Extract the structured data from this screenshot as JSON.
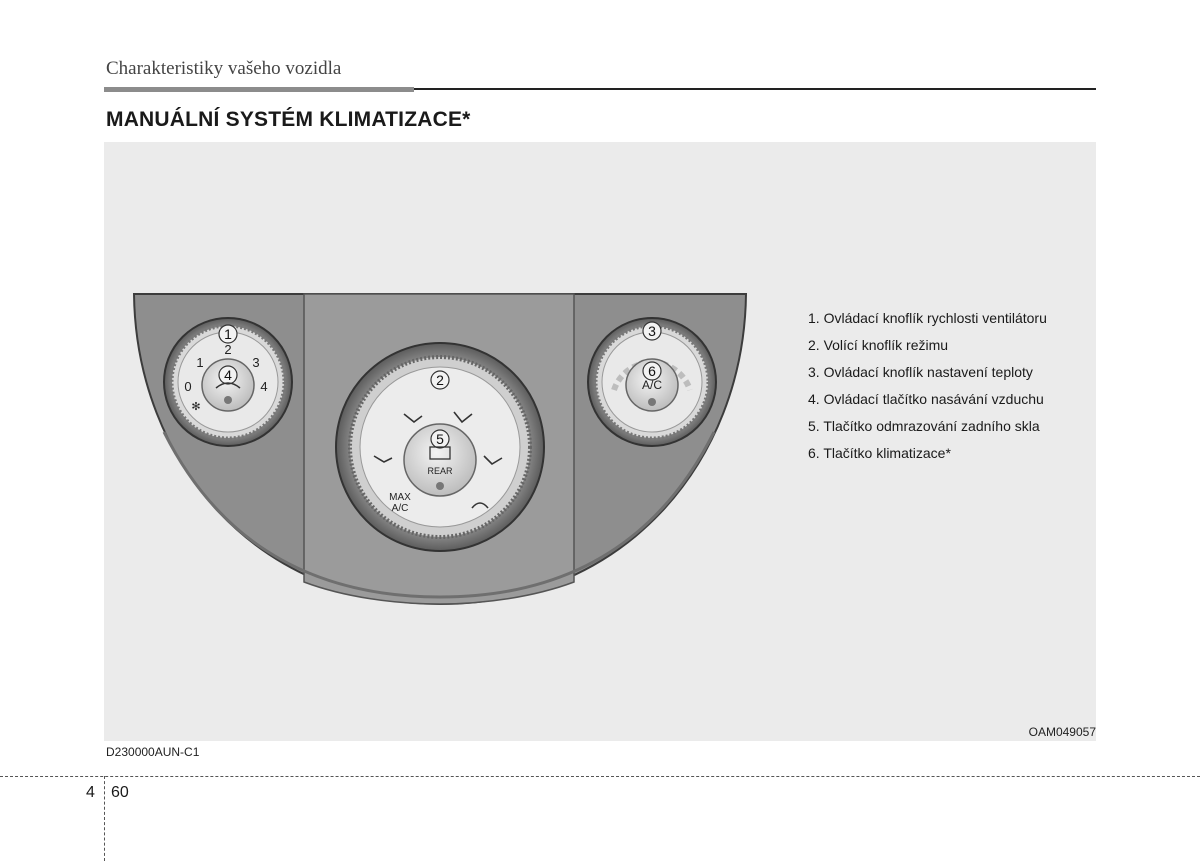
{
  "header": {
    "section_title": "Charakteristiky vašeho vozidla",
    "heading": "MANUÁLNÍ SYSTÉM KLIMATIZACE*"
  },
  "figure": {
    "code": "OAM049057",
    "callouts": [
      "1",
      "2",
      "3",
      "4",
      "5",
      "6"
    ],
    "fan_dial_labels": [
      "0",
      "1",
      "2",
      "3",
      "4"
    ],
    "mode_dial_labels": {
      "rear": "REAR",
      "max": "MAX",
      "ac": "A/C"
    },
    "temp_dial_label": "A/C",
    "legend": [
      "1. Ovládací knoflík rychlosti ventilátoru",
      "2. Volící knoflík režimu",
      "3. Ovládací knoflík nastavení teploty",
      "4. Ovládací tlačítko nasávání vzduchu",
      "5. Tlačítko odmrazování zadního skla",
      "6. Tlačítko klimatizace*"
    ]
  },
  "footer": {
    "doc_code": "D230000AUN-C1",
    "chapter": "4",
    "page": "60"
  }
}
